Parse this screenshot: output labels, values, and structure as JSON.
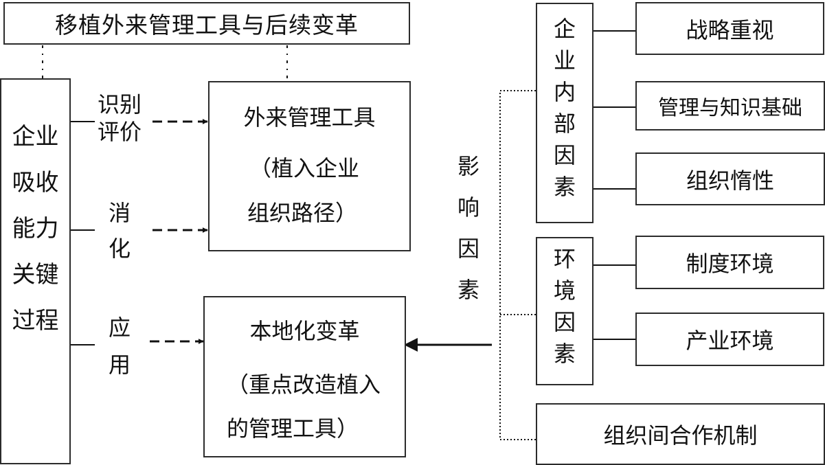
{
  "title": "移植外来管理工具与后续变革",
  "process": {
    "label": "企业吸收能力关键过程",
    "lines": [
      "企业",
      "吸收",
      "能力",
      "关键",
      "过程"
    ]
  },
  "steps": [
    {
      "lines": [
        "识别",
        "评价"
      ]
    },
    {
      "lines": [
        "消",
        "化"
      ]
    },
    {
      "lines": [
        "应",
        "用"
      ]
    }
  ],
  "tool_box": {
    "title": "外来管理工具",
    "sub1": "（植入企业",
    "sub2": "组织路径）"
  },
  "change_box": {
    "title": "本地化变革",
    "sub1": "（重点改造植入",
    "sub2": "的管理工具）"
  },
  "influence": {
    "chars": [
      "影",
      "响",
      "因",
      "素"
    ]
  },
  "internal": {
    "chars": [
      "企",
      "业",
      "内",
      "部",
      "因",
      "素"
    ],
    "items": [
      "战略重视",
      "管理与知识基础",
      "组织惰性"
    ]
  },
  "environment": {
    "chars": [
      "环",
      "境",
      "因",
      "素"
    ],
    "items": [
      "制度环境",
      "产业环境"
    ]
  },
  "cooperation": "组织间合作机制"
}
